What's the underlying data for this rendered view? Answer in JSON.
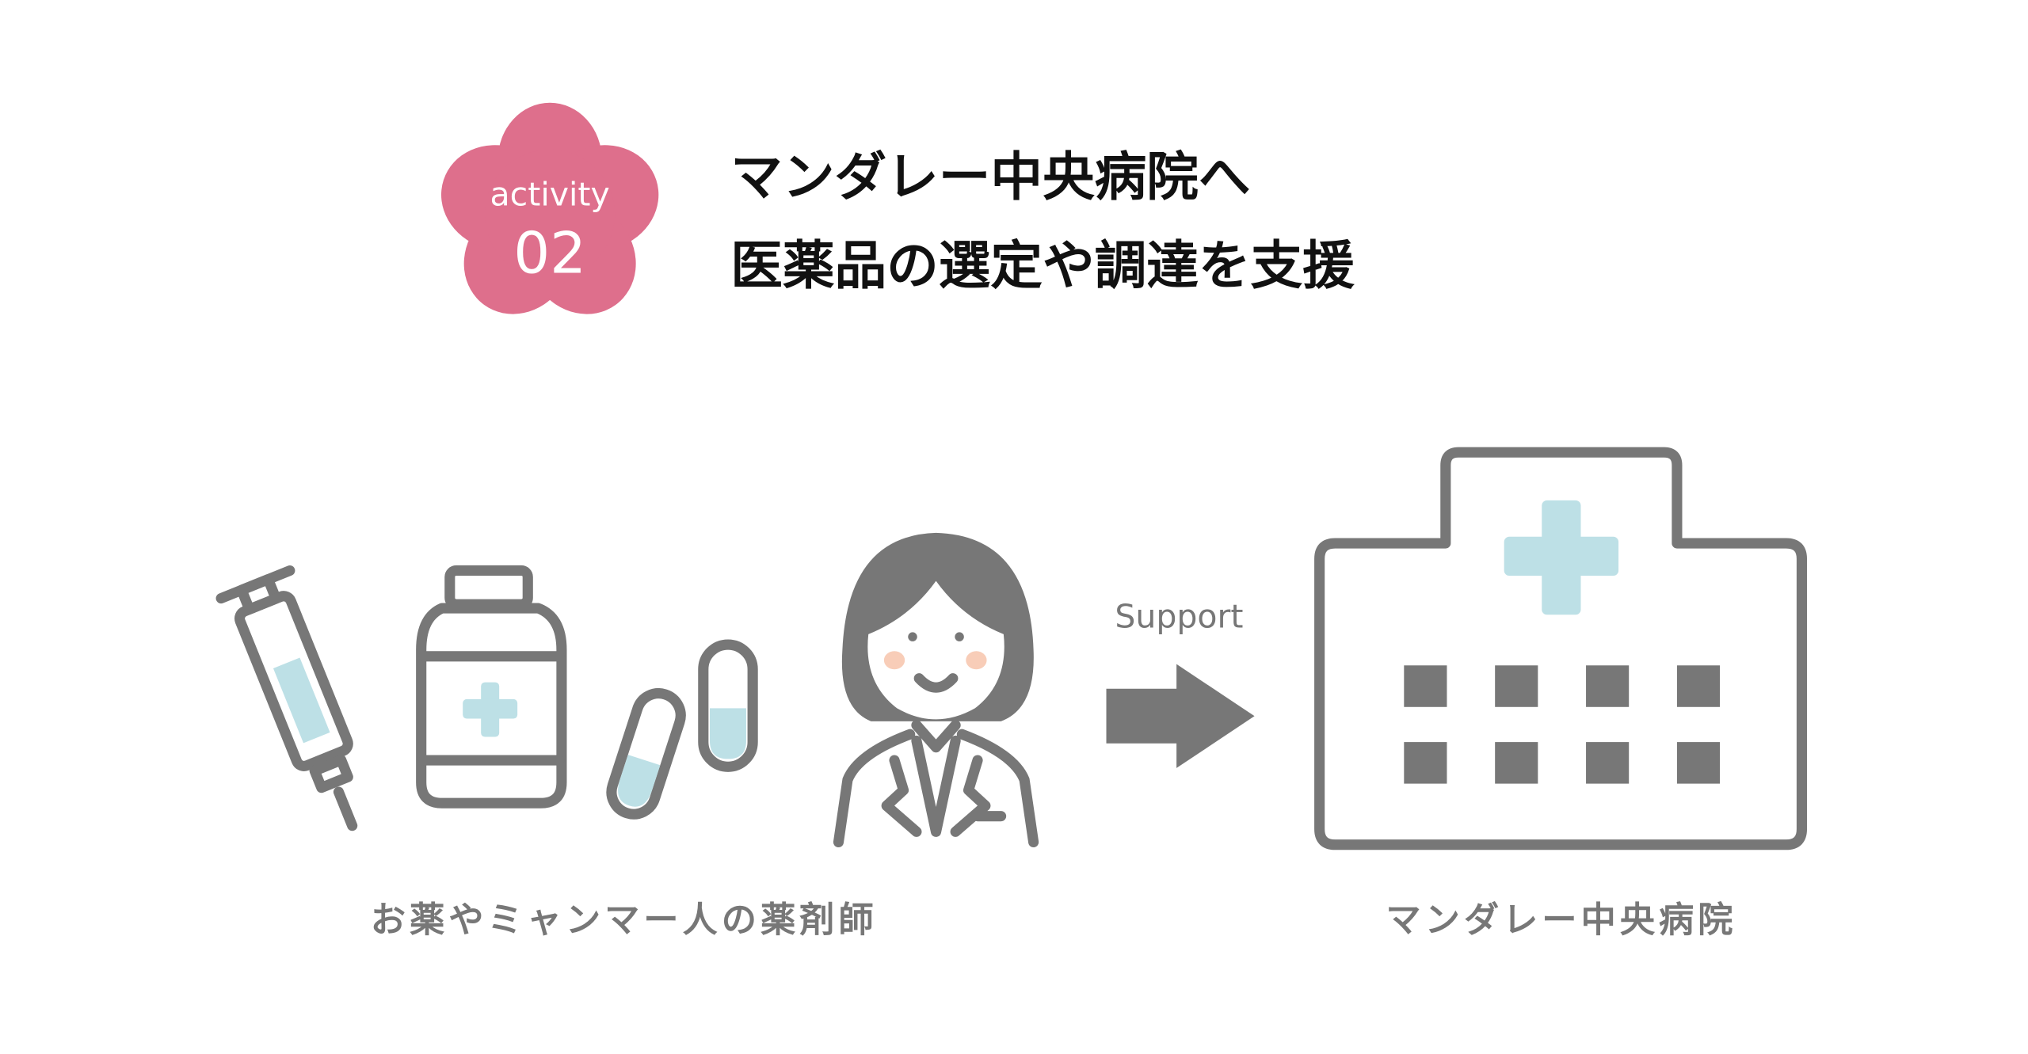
{
  "badge": {
    "label": "activity",
    "number": "02"
  },
  "title": {
    "line1": "マンダレー中央病院へ",
    "line2": "医薬品の選定や調達を支援"
  },
  "arrow_label": "Support",
  "captions": {
    "left": "お薬やミャンマー人の薬剤師",
    "right": "マンダレー中央病院"
  },
  "colors": {
    "accent_pink": "#de6f8c",
    "icon_gray": "#777777",
    "light_blue": "#bde0e6",
    "cheek": "#f8cdb8"
  }
}
